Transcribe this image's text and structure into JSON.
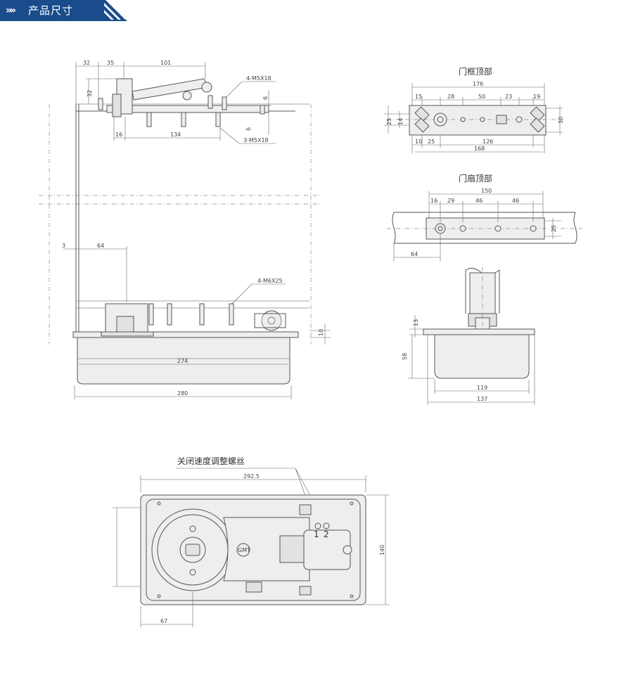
{
  "header": {
    "title": "产品尺寸",
    "chevron_glyph": "»»",
    "accent_color": "#1a4c8c"
  },
  "labels": {
    "frame_top": "门框顶部",
    "leaf_top": "门扇顶部",
    "speed_adjust": "关闭速度调整螺丝",
    "screw_1": "1",
    "screw_2": "2",
    "logo": "GMT"
  },
  "side_view": {
    "callouts": {
      "top_screws": "4-M5X18",
      "bottom_screws": "3-M5X18",
      "base_screws": "4-M6X25"
    },
    "dims": {
      "d32_h": "32",
      "d35": "35",
      "d101": "101",
      "d32_v": "32",
      "d6_a": "6",
      "d6_b": "6",
      "d16": "16",
      "d134": "134",
      "d3": "3",
      "d64": "64",
      "d10": "10",
      "d274": "274",
      "d280": "280"
    }
  },
  "frame_view": {
    "dims": {
      "d176": "176",
      "d15": "15",
      "d28": "28",
      "d50": "50",
      "d23": "23",
      "d19": "19",
      "d25_v": "25",
      "d14": "14",
      "d30": "30",
      "d10": "10",
      "d25": "25",
      "d126": "126",
      "d168": "168"
    }
  },
  "leaf_view": {
    "dims": {
      "d150": "150",
      "d16": "16",
      "d29": "29",
      "d46_a": "46",
      "d46_b": "46",
      "d25_v": "25",
      "d64": "64"
    }
  },
  "end_view": {
    "dims": {
      "d13": "13",
      "d58": "58",
      "d119": "119",
      "d137": "137"
    }
  },
  "plan_view": {
    "dims": {
      "d292_5": "292.5",
      "d140": "140",
      "d67": "67"
    }
  }
}
